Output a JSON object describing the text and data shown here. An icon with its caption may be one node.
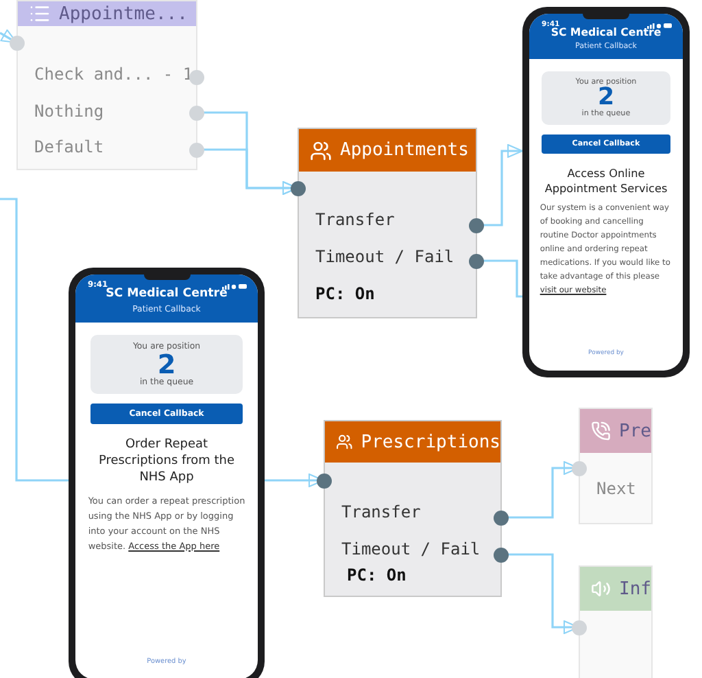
{
  "diagram": {
    "nodes": [
      {
        "text": [
          "Appointme...",
          "Check and... - 1",
          "Nothing",
          "Default"
        ]
      },
      {
        "text": [
          "9:41",
          "SC Medical Centre",
          "Patient Callback",
          "You are position",
          "2",
          "in the queue",
          "Cancel Callback",
          "Access Online Appointment Services",
          "Our system is a convenient way of booking and cancelling routine Doctor appointments online and ordering repeat medications. If you would like to take advantage of this please",
          "visit our website",
          "Powered by"
        ]
      },
      {
        "text": [
          "Appointments",
          "Transfer",
          "Timeout / Fail",
          "PC: On"
        ]
      },
      {
        "text": [
          "9:41",
          "SC Medical Centre",
          "Patient Callback",
          "You are position",
          "2",
          "in the queue",
          "Cancel Callback",
          "Order Repeat Prescriptions from the NHS App",
          "You can order a repeat prescription using the NHS App or by logging into your account on the NHS website.",
          "Access the App here",
          "Powered by"
        ]
      },
      {
        "text": [
          "Prescriptions",
          "Transfer",
          "Timeout / Fail",
          "PC: On"
        ]
      },
      {
        "text": [
          "Pre",
          "Next"
        ]
      },
      {
        "text": [
          "Inf"
        ]
      }
    ],
    "edges": [
      {
        "from": null,
        "to": 0,
        "arrow": "to"
      },
      {
        "from": 0,
        "to": 2,
        "arrow": "to"
      },
      {
        "from": 0,
        "to": 2,
        "arrow": "to"
      },
      {
        "from": 2,
        "to": 1,
        "arrow": "to"
      },
      {
        "from": 2,
        "to": 1,
        "arrow": "none"
      },
      {
        "from": null,
        "to": 4,
        "arrow": "to"
      },
      {
        "from": 4,
        "to": 5,
        "arrow": "to"
      },
      {
        "from": 4,
        "to": 6,
        "arrow": "to"
      }
    ]
  }
}
